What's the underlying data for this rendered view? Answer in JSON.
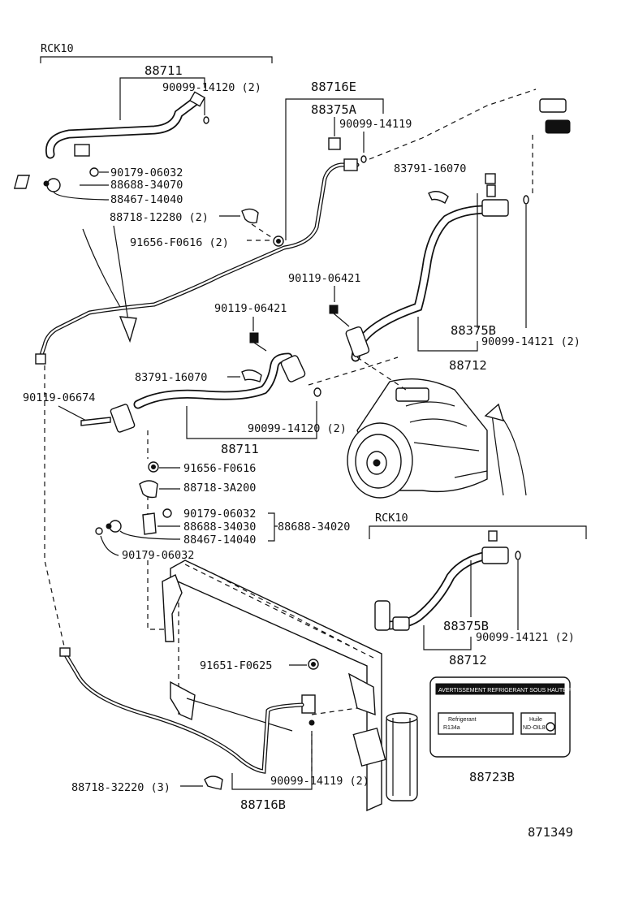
{
  "labels": {
    "rck10_top": "RCK10",
    "rck10_right": "RCK10",
    "p88711_top": "88711",
    "p90099_14120_top": "90099-14120 (2)",
    "p88716E": "88716E",
    "p88375A": "88375A",
    "p90099_14119_top": "90099-14119",
    "p90179_06032_top": "90179-06032",
    "p88688_34070": "88688-34070",
    "p88467_14040_top": "88467-14040",
    "p88718_12280": "88718-12280 (2)",
    "p91656_F0616_top": "91656-F0616 (2)",
    "p83791_16070_right": "83791-16070",
    "p90119_06421_right": "90119-06421",
    "p88375B_mid": "88375B",
    "p90099_14121_mid": "90099-14121 (2)",
    "p88712_mid": "88712",
    "p90119_06421_left": "90119-06421",
    "p83791_16070_left": "83791-16070",
    "p90119_06674": "90119-06674",
    "p90099_14120_mid": "90099-14120 (2)",
    "p88711_mid": "88711",
    "p91656_F0616_mid": "91656-F0616",
    "p88718_3A200": "88718-3A200",
    "p90179_06032_mid": "90179-06032",
    "p88688_34030": "88688-34030",
    "p88688_34020": "88688-34020",
    "p88467_14040_mid": "88467-14040",
    "p90179_06032_low": "90179-06032",
    "p88375B_low": "88375B",
    "p90099_14121_low": "90099-14121 (2)",
    "p88712_low": "88712",
    "p91651_F0625": "91651-F0625",
    "p90099_14119_low": "90099-14119 (2)",
    "p88718_32220": "88718-32220 (3)",
    "p88716B": "88716B",
    "p88723B": "88723B",
    "diagram_no": "871349"
  },
  "decal": {
    "header": "AVERTISSEMENT REFRIGERANT SOUS HAUTE PRESSION",
    "refrigerant_label": "Refrigerant",
    "refrigerant_value": "R134a",
    "oil_label": "Huile",
    "oil_value": "ND-OIL8"
  }
}
